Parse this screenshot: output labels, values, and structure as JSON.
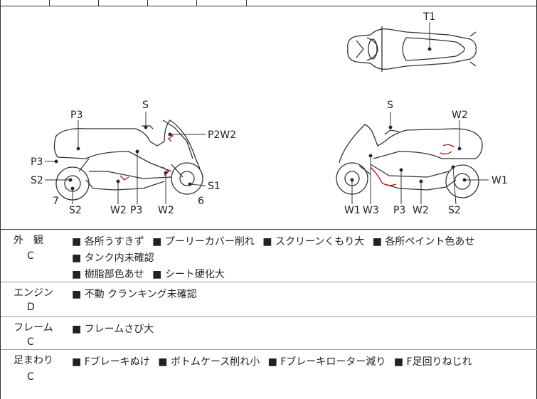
{
  "diagram": {
    "labels": {
      "t1": "T1",
      "left_s": "S",
      "left_p3_top": "P3",
      "left_p2w2": "P2W2",
      "left_p3_side": "P3",
      "left_s2": "S2",
      "left_s1": "S1",
      "left_7": "7",
      "left_6": "6",
      "left_s2_bottom": "S2",
      "left_w2_a": "W2",
      "left_p3_bottom": "P3",
      "left_w2_b": "W2",
      "right_s": "S",
      "right_w2_top": "W2",
      "right_w1_side": "W1",
      "right_w1_bottom": "W1",
      "right_w3": "W3",
      "right_p3": "P3",
      "right_w2_bottom": "W2",
      "right_s2": "S2"
    }
  },
  "sections": [
    {
      "category": "外　観",
      "grade": "C",
      "notes": [
        "各所うすきず",
        "プーリーカバー削れ",
        "スクリーンくもり大",
        "各所ペイント色あせ",
        "タンク内未確認",
        "樹脂部色あせ",
        "シート硬化大"
      ]
    },
    {
      "category": "エンジン",
      "grade": "D",
      "notes": [
        "不動 クランキング未確認"
      ]
    },
    {
      "category": "フレーム",
      "grade": "C",
      "notes": [
        "フレームさび大"
      ]
    },
    {
      "category": "足まわり",
      "grade": "C",
      "notes": [
        "Fブレーキぬけ",
        "ボトムケース削れ小",
        "Fブレーキローター減り",
        "F足回りねじれ"
      ]
    }
  ]
}
